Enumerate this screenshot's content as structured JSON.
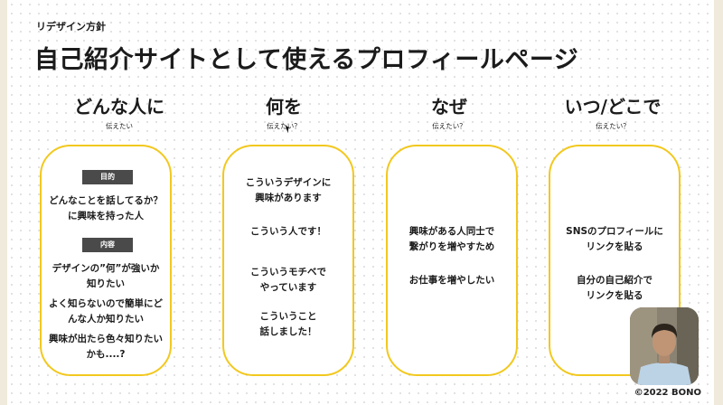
{
  "slide": {
    "subtitle": "リデザイン方針",
    "title": "自己紹介サイトとして使えるプロフィールページ",
    "copyright": "©2022 BONO"
  },
  "columns": [
    {
      "heading": "どんな人に",
      "sub": "伝えたい",
      "card": {
        "purpose_tag": "目的",
        "purpose_text": [
          "どんなことを話してるか？",
          "に興味を持った人"
        ],
        "content_tag": "内容",
        "items": [
          [
            "デザインの”何”が強いか",
            "知りたい"
          ],
          [
            "よく知らないので簡単にど",
            "んな人か知りたい"
          ],
          [
            "興味が出たら色々知りたい",
            "かも....?"
          ]
        ]
      }
    },
    {
      "heading": "何を",
      "sub": "伝えたい？",
      "card": {
        "items": [
          [
            "こういうデザインに",
            "興味があります"
          ],
          [
            "こういう人です！"
          ],
          [
            "こういうモチベで",
            "やっています"
          ],
          [
            "こういうこと",
            "話しました！"
          ]
        ]
      }
    },
    {
      "heading": "なぜ",
      "sub": "伝えたい？",
      "card": {
        "items": [
          [
            "興味がある人同士で",
            "繋がりを増やすため"
          ],
          [
            "お仕事を増やしたい"
          ]
        ]
      }
    },
    {
      "heading": "いつ/どこで",
      "sub": "伝えたい？",
      "card": {
        "items": [
          [
            "SNSのプロフィールに",
            "リンクを貼る"
          ],
          [
            "自分の自己紹介で",
            "リンクを貼る"
          ]
        ]
      }
    }
  ]
}
